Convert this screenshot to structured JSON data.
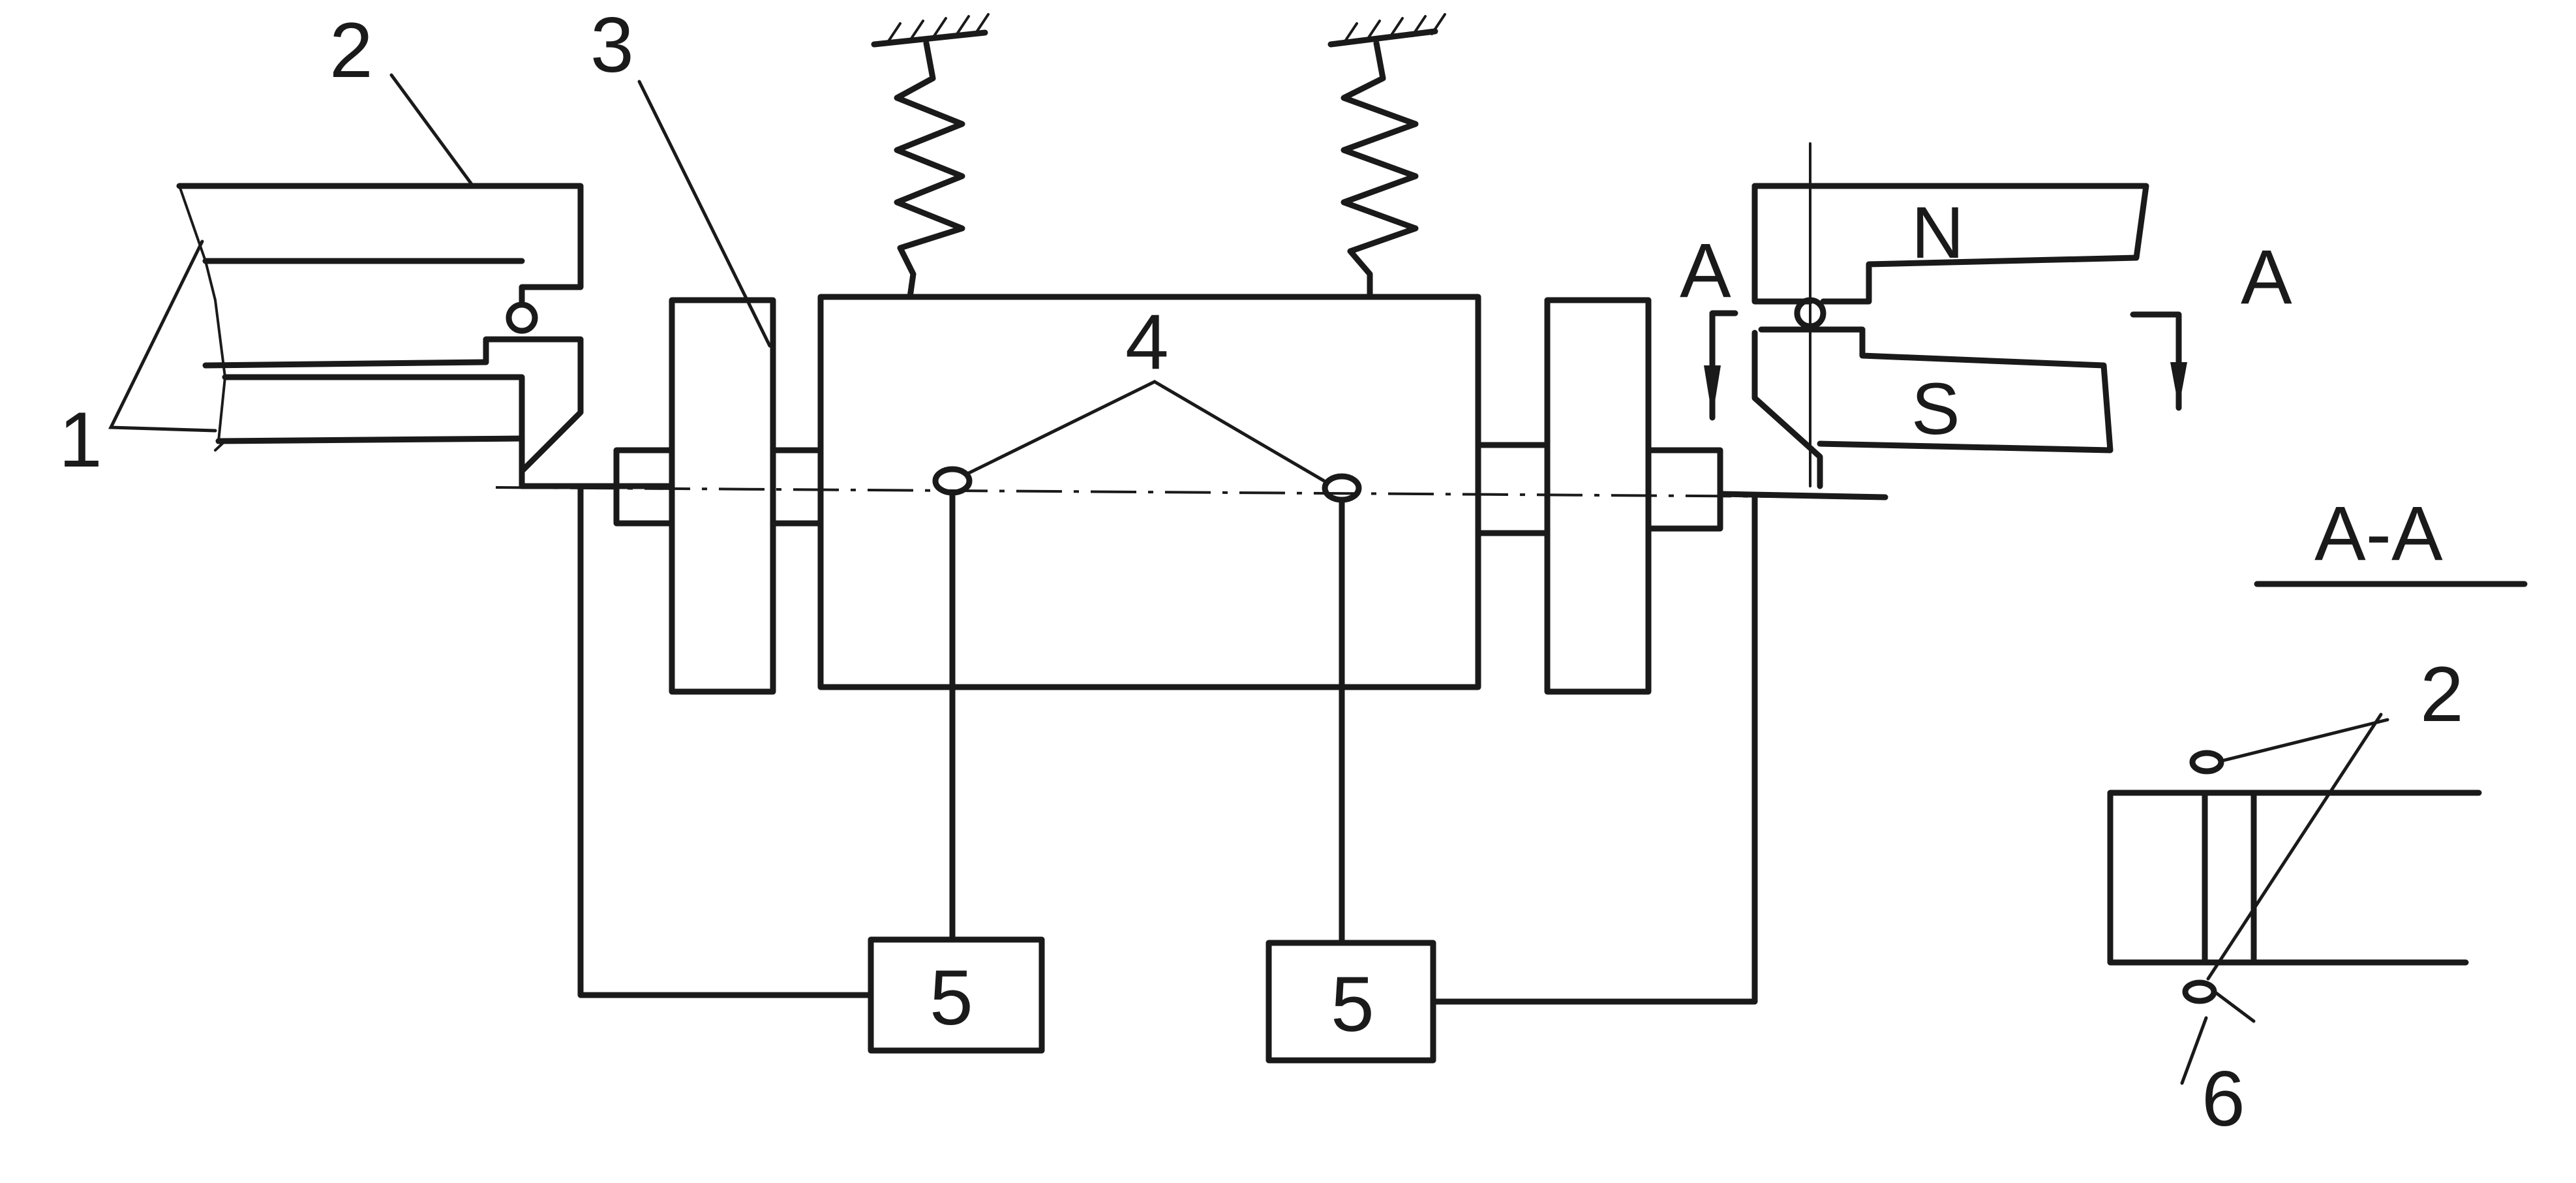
{
  "diagram": {
    "labels": {
      "rail_conductor": "1",
      "contact_ball": "2",
      "disc_wheel": "3",
      "pivot_point": "4",
      "unit_left": "5",
      "unit_right": "5",
      "clip": "6"
    },
    "poles": {
      "north": "N",
      "south": "S"
    },
    "section": {
      "marker_left": "A",
      "marker_right": "A",
      "title": "A-A",
      "detail_label_2": "2",
      "detail_label_6": "6"
    }
  }
}
